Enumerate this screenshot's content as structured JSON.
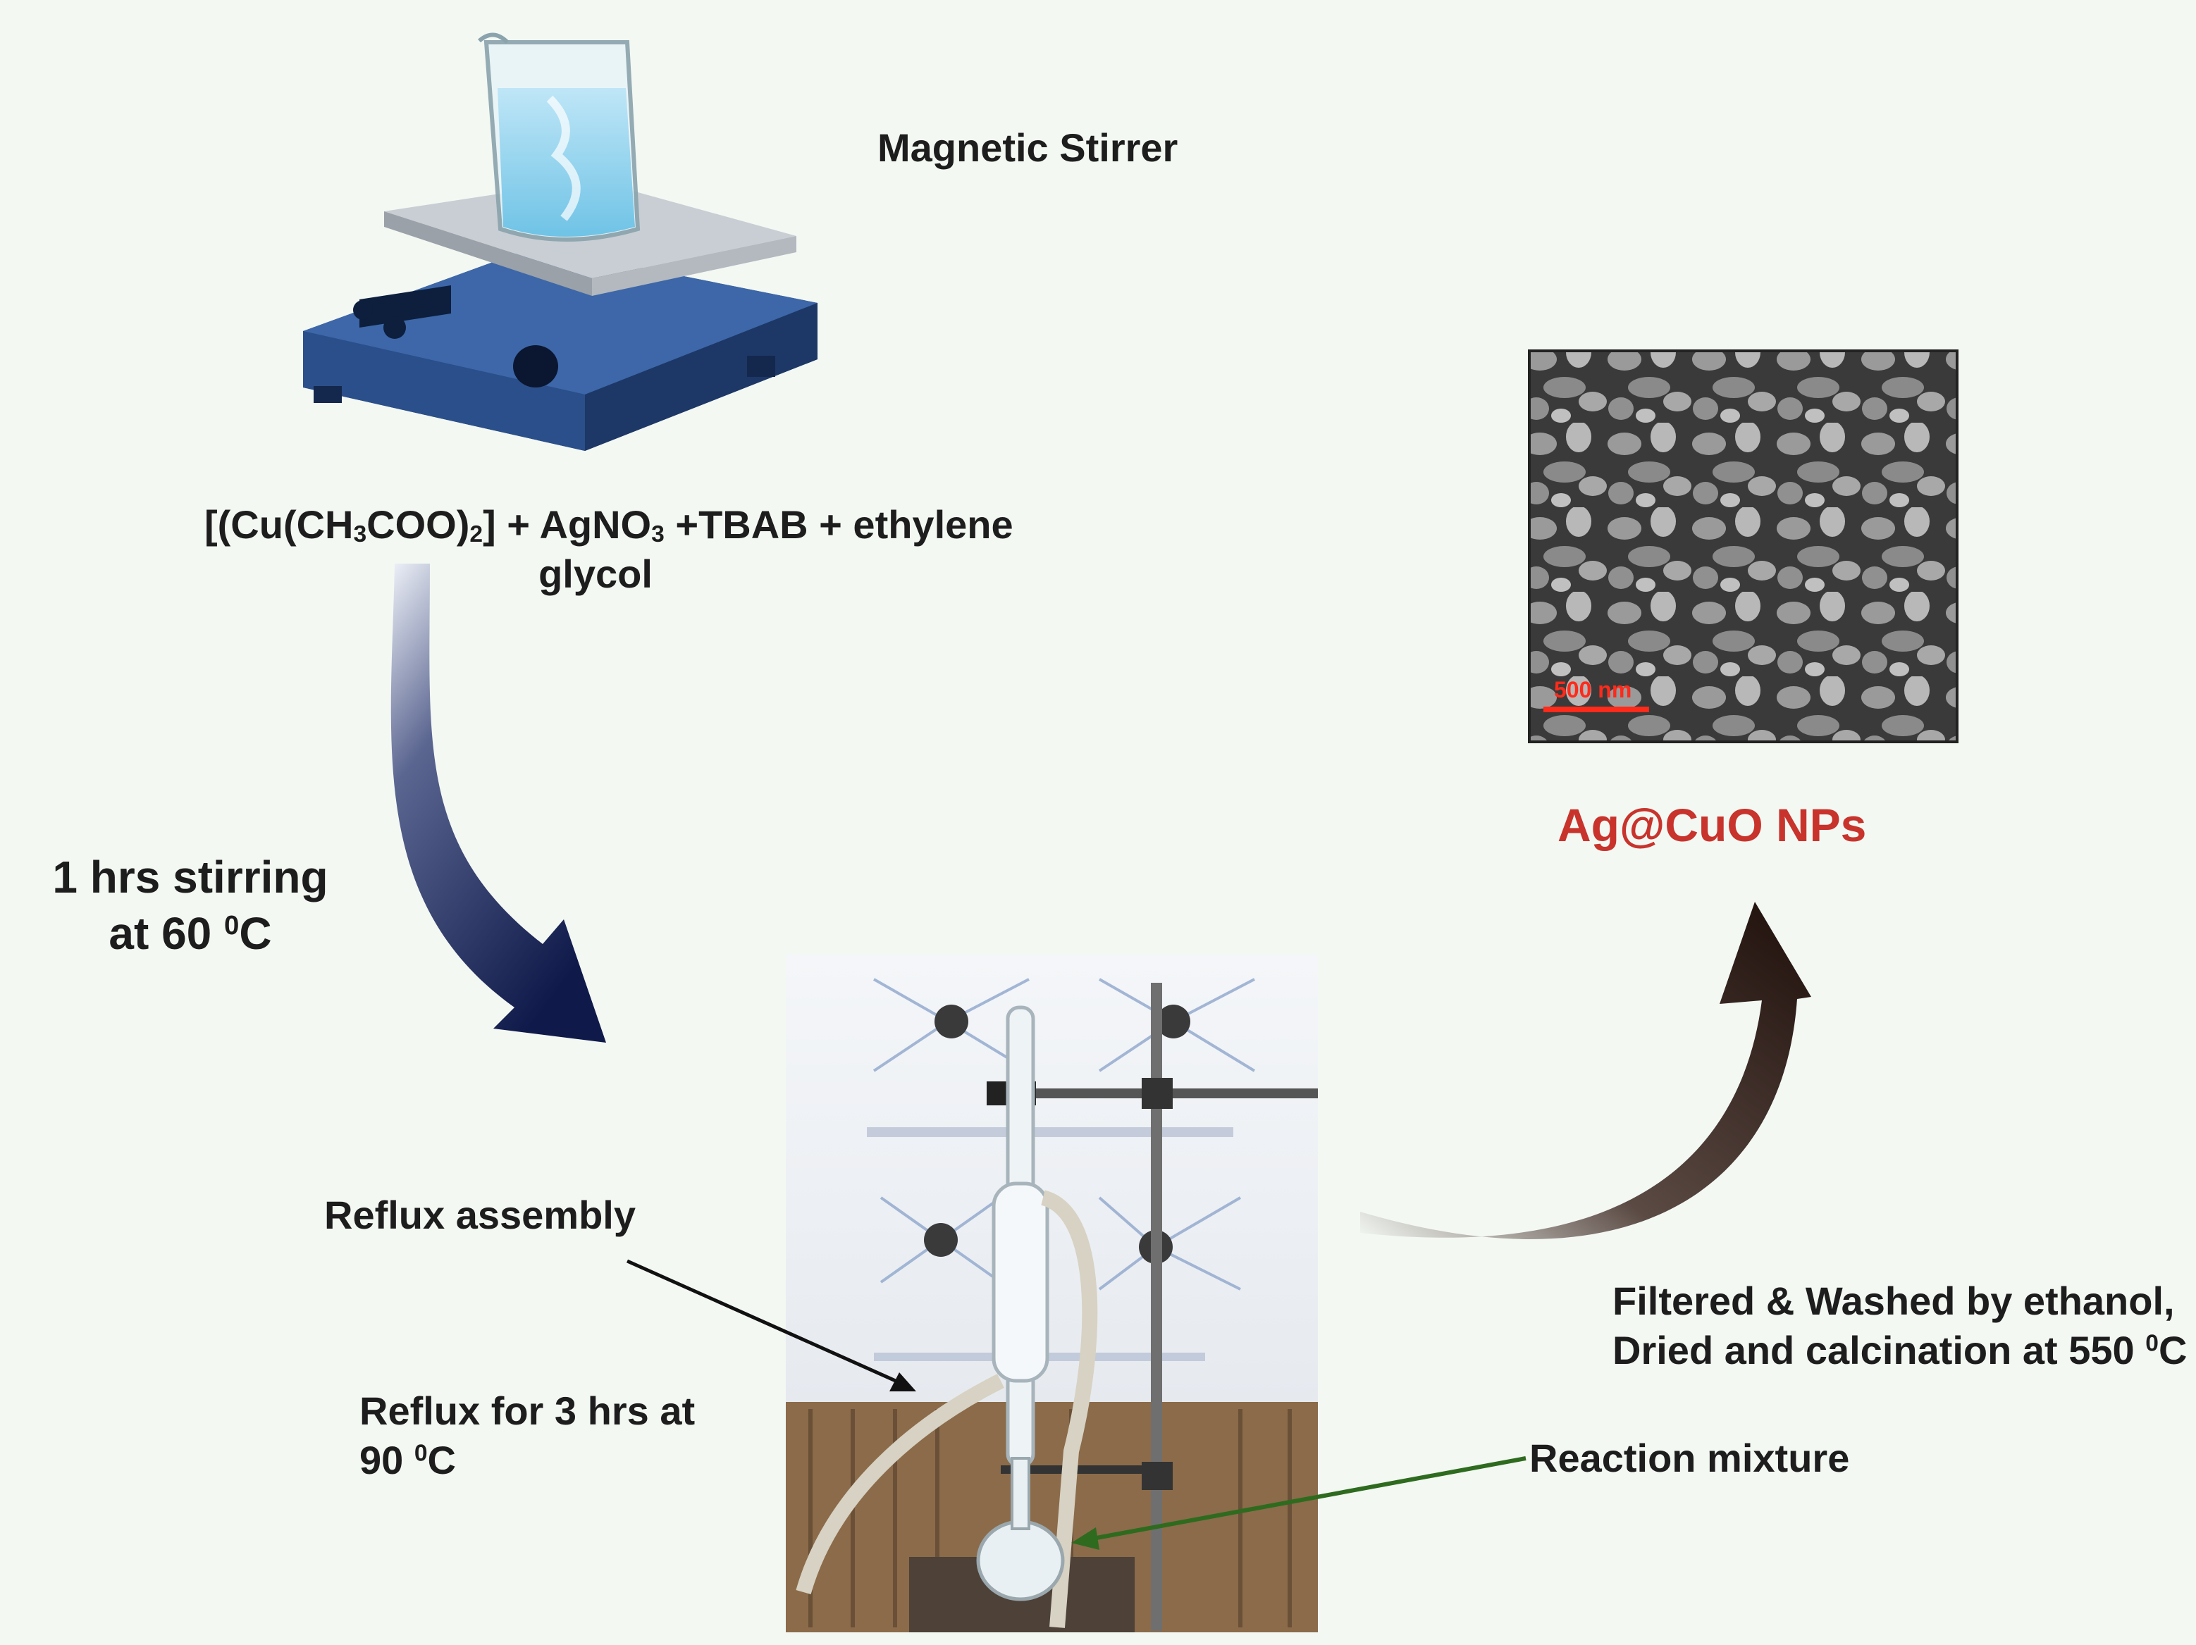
{
  "labels": {
    "stirrer_title": "Magnetic Stirrer",
    "reagents_line1_a": "[(Cu(CH",
    "reagents_sub_3": "3",
    "reagents_line1_b": "COO)",
    "reagents_sub_2": "2",
    "reagents_line1_c": "] + AgNO",
    "reagents_sub_3b": "3",
    "reagents_line1_d": " +TBAB + ethylene",
    "reagents_line2": "glycol",
    "stirring_line1": "1 hrs stirring",
    "stirring_line2_a": "at 60 ",
    "stirring_deg": "0",
    "stirring_line2_b": "C",
    "reflux_assembly": "Reflux assembly",
    "reflux_time_line1": "Reflux for 3 hrs at",
    "reflux_time_line2_a": "90 ",
    "reflux_deg": "0",
    "reflux_time_line2_b": "C",
    "reaction_mixture": "Reaction mixture",
    "wash_line1": "Filtered & Washed by ethanol,",
    "wash_line2_a": "Dried and calcination at 550 ",
    "wash_deg": "0",
    "wash_line2_b": "C",
    "product": "Ag@CuO NPs",
    "scale_bar": "500 nm"
  },
  "colors": {
    "background": "#f3f8f3",
    "arrow_down_start": "#eef1f8",
    "arrow_down_end": "#0f1a4a",
    "arrow_up_start": "#f3f8f3",
    "arrow_up_end": "#1f0f0a",
    "product_text": "#c8332c",
    "reaction_pointer": "#2e6b1f",
    "stirrer_body": "#2b4f8a",
    "scale_bar": "#ff2a1a"
  }
}
